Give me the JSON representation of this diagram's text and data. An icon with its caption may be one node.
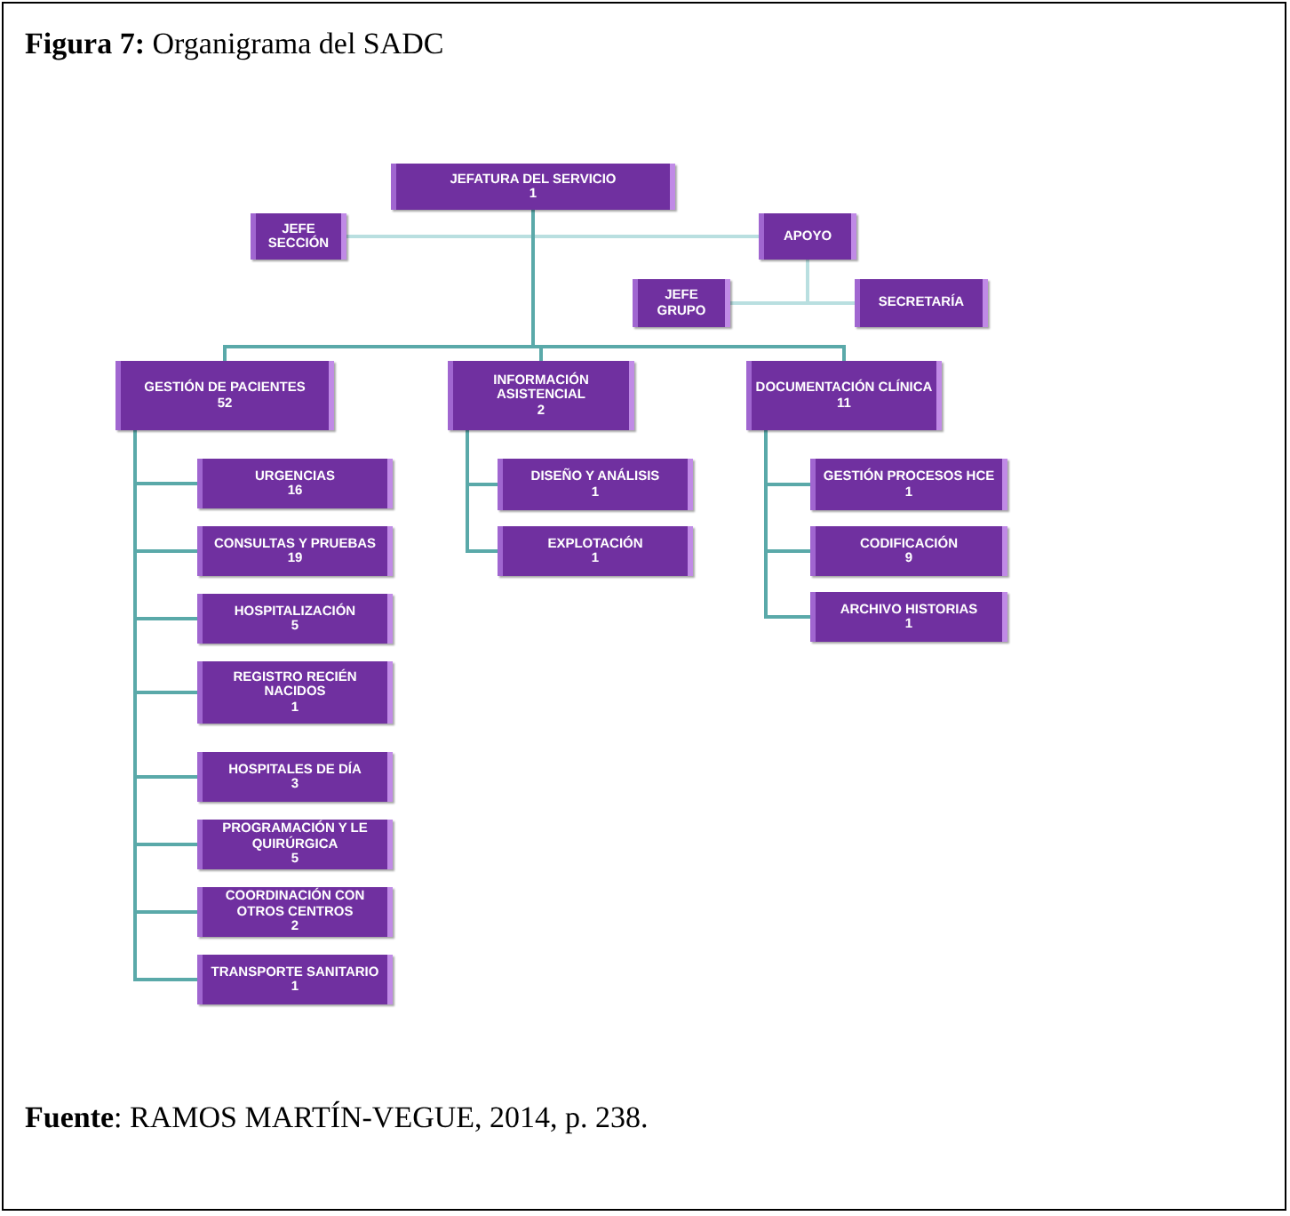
{
  "diagram": {
    "title": "**Figura 7:** Organigrama del SADC",
    "caption": "**Fuente**: RAMOS MARTÍN-VEGUE, 2014, p. 238.",
    "nodes": [
      {
        "text": [
          "JEFATURA DEL SERVICIO",
          "1"
        ]
      },
      {
        "text": [
          "JEFE SECCIÓN"
        ]
      },
      {
        "text": [
          "APOYO"
        ]
      },
      {
        "text": [
          "JEFE GRUPO"
        ]
      },
      {
        "text": [
          "SECRETARÍA"
        ]
      },
      {
        "text": [
          "GESTIÓN DE PACIENTES",
          "52"
        ]
      },
      {
        "text": [
          "INFORMACIÓN ASISTENCIAL",
          "2"
        ]
      },
      {
        "text": [
          "DOCUMENTACIÓN CLÍNICA",
          "11"
        ]
      },
      {
        "text": [
          "URGENCIAS",
          "16"
        ]
      },
      {
        "text": [
          "CONSULTAS Y PRUEBAS",
          "19"
        ]
      },
      {
        "text": [
          "HOSPITALIZACIÓN",
          "5"
        ]
      },
      {
        "text": [
          "REGISTRO RECIÉN NACIDOS",
          "1"
        ]
      },
      {
        "text": [
          "HOSPITALES DE DÍA",
          "3"
        ]
      },
      {
        "text": [
          "PROGRAMACIÓN Y LE QUIRÚRGICA",
          "5"
        ]
      },
      {
        "text": [
          "COORDINACIÓN CON OTROS CENTROS",
          "2"
        ]
      },
      {
        "text": [
          "TRANSPORTE SANITARIO",
          "1"
        ]
      },
      {
        "text": [
          "DISEÑO Y ANÁLISIS",
          "1"
        ]
      },
      {
        "text": [
          "EXPLOTACIÓN",
          "1"
        ]
      },
      {
        "text": [
          "GESTIÓN PROCESOS HCE",
          "1"
        ]
      },
      {
        "text": [
          "CODIFICACIÓN",
          "9"
        ]
      },
      {
        "text": [
          "ARCHIVO HISTORIAS",
          "1"
        ]
      }
    ],
    "edges": [
      {
        "from": 0,
        "to": 1,
        "arrow": "none",
        "color": "#b9dfe0"
      },
      {
        "from": 0,
        "to": 2,
        "arrow": "none",
        "color": "#b9dfe0"
      },
      {
        "from": 2,
        "to": 3,
        "arrow": "none",
        "color": "#b9dfe0"
      },
      {
        "from": 2,
        "to": 4,
        "arrow": "none",
        "color": "#b9dfe0"
      },
      {
        "from": 0,
        "to": 5,
        "arrow": "none"
      },
      {
        "from": 0,
        "to": 6,
        "arrow": "none"
      },
      {
        "from": 0,
        "to": 7,
        "arrow": "none"
      },
      {
        "from": 5,
        "to": 8,
        "arrow": "none"
      },
      {
        "from": 5,
        "to": 9,
        "arrow": "none"
      },
      {
        "from": 5,
        "to": 10,
        "arrow": "none"
      },
      {
        "from": 5,
        "to": 11,
        "arrow": "none"
      },
      {
        "from": 5,
        "to": 12,
        "arrow": "none"
      },
      {
        "from": 5,
        "to": 13,
        "arrow": "none"
      },
      {
        "from": 5,
        "to": 14,
        "arrow": "none"
      },
      {
        "from": 5,
        "to": 15,
        "arrow": "none"
      },
      {
        "from": 6,
        "to": 16,
        "arrow": "none"
      },
      {
        "from": 6,
        "to": 17,
        "arrow": "none"
      },
      {
        "from": 7,
        "to": 18,
        "arrow": "none"
      },
      {
        "from": 7,
        "to": 19,
        "arrow": "none"
      },
      {
        "from": 7,
        "to": 20,
        "arrow": "none"
      }
    ]
  }
}
